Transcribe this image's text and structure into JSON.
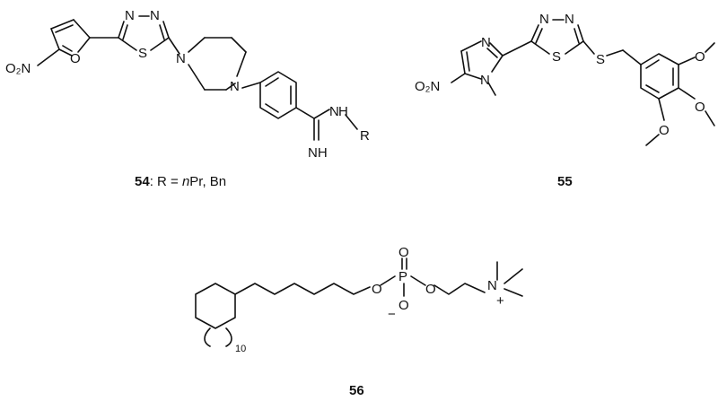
{
  "compounds": [
    {
      "id": "54",
      "caption_number": "54",
      "caption_rest": ": R = ",
      "caption_italic": "n",
      "caption_tail": "Pr, Bn",
      "atoms": {
        "nitro": "O₂N",
        "furan_o": "O",
        "thiadiazole_n1": "N",
        "thiadiazole_n2": "N",
        "thiadiazole_s": "S",
        "piperazine_n1": "N",
        "piperazine_n2": "N",
        "amidine_nh": "N",
        "amidine_h": "H",
        "amidine_r": "R",
        "amidine_imine": "NH"
      }
    },
    {
      "id": "55",
      "caption_number": "55",
      "atoms": {
        "nitro": "O₂N",
        "imidazole_n3": "N",
        "imidazole_n1": "N",
        "thiadiazole_n1": "N",
        "thiadiazole_n2": "N",
        "thiadiazole_s": "S",
        "thioether_s": "S",
        "methoxy_o1": "O",
        "methoxy_o2": "O",
        "methoxy_o3": "O"
      }
    },
    {
      "id": "56",
      "caption_number": "56",
      "atoms": {
        "ester_o1": "O",
        "phosphorus": "P",
        "phosphoryl_o": "O",
        "oxide_o": "O",
        "oxide_charge": "−",
        "ester_o2": "O",
        "ammonium_n": "N",
        "ammonium_charge": "+",
        "ring_subscript": "10"
      }
    }
  ]
}
